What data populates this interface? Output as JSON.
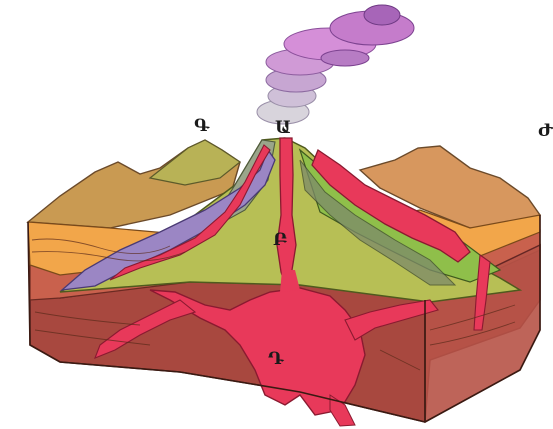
{
  "labels": {
    "crater": "Ա",
    "chamber": "Բ",
    "side_peak": "Գ",
    "magma_source": "Դ",
    "right_edge": "Ժ"
  },
  "colors": {
    "magma": "#e8395a",
    "magma_dark": "#b91c3c",
    "crust_deep": "#a8483f",
    "crust_mid": "#c9614d",
    "layer_orange": "#f2a64a",
    "layer_olive": "#b7bf55",
    "layer_green": "#8fbf4a",
    "lava_purple": "#9b86c4",
    "mountain_tan": "#d7975e",
    "cloud_pink": "#d58fd8",
    "cloud_purple": "#a765b8",
    "smoke_grey": "#c8c4cc"
  }
}
